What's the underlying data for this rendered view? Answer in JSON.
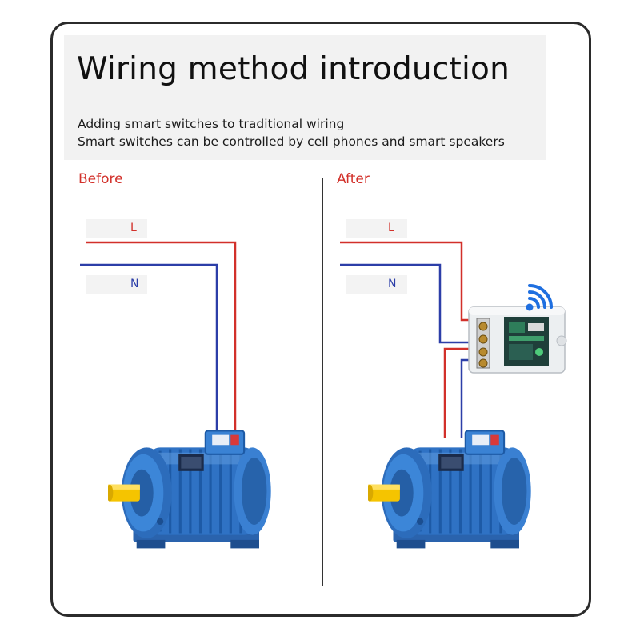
{
  "header": {
    "title": "Wiring method introduction",
    "subtitle_line1": "Adding smart switches to traditional wiring",
    "subtitle_line2": "Smart switches can be controlled by cell phones and smart speakers"
  },
  "panels": {
    "before": {
      "label": "Before",
      "live_label": "L",
      "neutral_label": "N"
    },
    "after": {
      "label": "After",
      "live_label": "L",
      "neutral_label": "N"
    }
  },
  "colors": {
    "live_wire": "#d2302a",
    "neutral_wire": "#2c3ea8",
    "motor_body": "#2f72c4",
    "shaft": "#f5c400",
    "wifi": "#1f6fe0"
  },
  "icons": {
    "motor": "electric-motor-icon",
    "smart_switch": "smart-switch-module-icon",
    "wifi": "wifi-signal-icon"
  }
}
